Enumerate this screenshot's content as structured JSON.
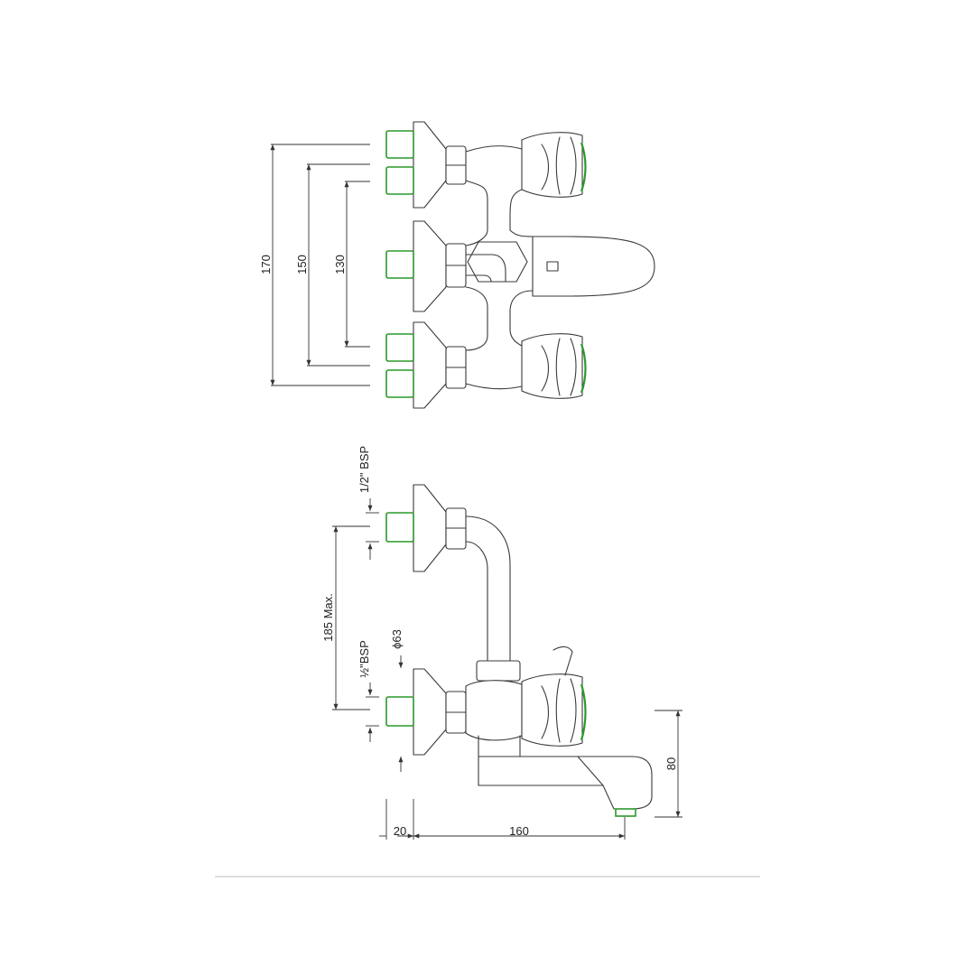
{
  "top_view": {
    "dims": {
      "d170": "170",
      "d150": "150",
      "d130": "130"
    }
  },
  "side_view": {
    "dims": {
      "thread_top": "1/2\" BSP",
      "thread_bottom": "½\"BSP",
      "height_max": "185 Max.",
      "diameter": "ϕ63",
      "offset": "20",
      "spout_reach": "160",
      "spout_height": "80"
    }
  },
  "colors": {
    "line": "#3a3a3a",
    "connector_green": "#2a9a2a",
    "rule": "#bdbdbd"
  }
}
